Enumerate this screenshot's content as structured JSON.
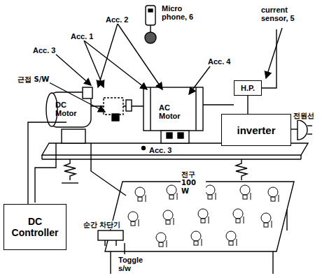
{
  "diagram": {
    "nodes": [
      {
        "text": [
          "H.P."
        ]
      },
      {
        "text": [
          "inverter"
        ]
      },
      {
        "text": [
          "DC Controller"
        ]
      }
    ],
    "edges": [
      {
        "from": 0,
        "to": 1,
        "arrow": "none"
      }
    ],
    "labels": [
      "Micro phone, 6",
      "current sensor, 5",
      "Acc. 3",
      "Acc. 1",
      "Acc. 2",
      "Acc. 4",
      "근접 S/W",
      "DC Motor",
      "AC Motor",
      "Acc. 3",
      "전구 100 W",
      "순간 차단기",
      "Toggle s/w",
      "전원선"
    ]
  }
}
